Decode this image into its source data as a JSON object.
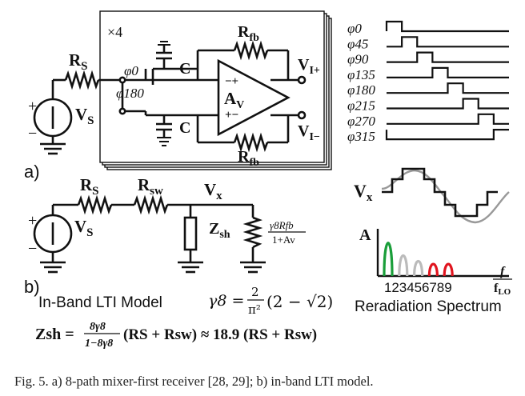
{
  "part_a": {
    "panel_label": "a)",
    "multiplicity": "×4",
    "source_resistor": "R",
    "source_resistor_sub": "S",
    "source": "V",
    "source_sub": "S",
    "plus": "+",
    "minus": "−",
    "switch_top": "φ0",
    "switch_bottom": "φ180",
    "cap_top": "C",
    "cap_bottom": "C",
    "amp": "A",
    "amp_sub": "V",
    "amp_in_top": "−+",
    "amp_in_bottom": "+−",
    "feedback_top": "R",
    "feedback_top_sub": "fb",
    "feedback_bottom": "R",
    "feedback_bottom_sub": "fb",
    "out_pos": "V",
    "out_pos_sub": "I+",
    "out_neg": "V",
    "out_neg_sub": "I−"
  },
  "clock_phases": [
    {
      "label": "φ0",
      "pulse_start": 0,
      "pulse_end": 0.125
    },
    {
      "label": "φ45",
      "pulse_start": 0.125,
      "pulse_end": 0.25
    },
    {
      "label": "φ90",
      "pulse_start": 0.25,
      "pulse_end": 0.375
    },
    {
      "label": "φ135",
      "pulse_start": 0.375,
      "pulse_end": 0.5
    },
    {
      "label": "φ180",
      "pulse_start": 0.5,
      "pulse_end": 0.625
    },
    {
      "label": "φ215",
      "pulse_start": 0.625,
      "pulse_end": 0.75
    },
    {
      "label": "φ270",
      "pulse_start": 0.75,
      "pulse_end": 0.875
    },
    {
      "label": "φ315",
      "pulse_start": 0.875,
      "pulse_end": 1.0
    }
  ],
  "vx_plot": {
    "label": "V",
    "label_sub": "x"
  },
  "spectrum": {
    "y_label": "A",
    "x_label_num": "f",
    "x_label_den": "f",
    "x_label_den_sub": "LO",
    "tick_labels": [
      "1",
      "2",
      "3",
      "4",
      "5",
      "6",
      "7",
      "8",
      "9"
    ],
    "caption": "Reradiation Spectrum",
    "peaks": [
      {
        "harmonic": 1,
        "amplitude": 1.0,
        "color": "#1a9e3a"
      },
      {
        "harmonic": 3,
        "amplitude": 0.62,
        "color": "#bbbbbb"
      },
      {
        "harmonic": 5,
        "amplitude": 0.45,
        "color": "#bbbbbb"
      },
      {
        "harmonic": 7,
        "amplitude": 0.36,
        "color": "#e0141e"
      },
      {
        "harmonic": 9,
        "amplitude": 0.36,
        "color": "#e0141e"
      }
    ]
  },
  "part_b": {
    "panel_label": "b)",
    "title": "In-Band LTI Model",
    "source_resistor": "R",
    "source_resistor_sub": "S",
    "switch_resistor": "R",
    "switch_resistor_sub": "sw",
    "node": "V",
    "node_sub": "x",
    "source": "V",
    "source_sub": "S",
    "shunt": "Z",
    "shunt_sub": "sh",
    "plus": "+",
    "minus": "−",
    "load_num": "γ8Rfb",
    "load_den": "1+Av"
  },
  "equations": {
    "gamma_lhs": "γ8 =",
    "gamma_num": "2",
    "gamma_den": "π²",
    "gamma_rest": "(2 − √2)",
    "zsh_lhs": "Zsh =",
    "zsh_num": "8γ8",
    "zsh_den": "1−8γ8",
    "zsh_rest": "(RS + Rsw) ≈ 18.9 (RS + Rsw)"
  },
  "caption": "Fig. 5.    a) 8-path mixer-first receiver [28, 29]; b) in-band LTI model."
}
